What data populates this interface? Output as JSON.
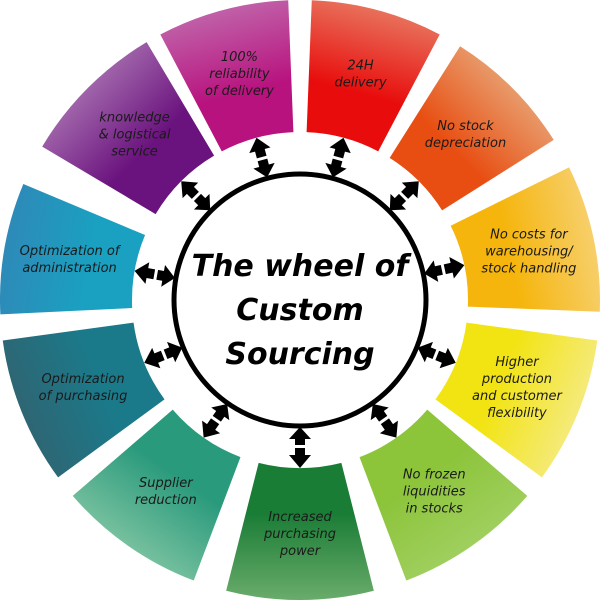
{
  "title_lines": [
    "The wheel of",
    "Custom",
    "Sourcing"
  ],
  "segments": [
    {
      "lines": [
        "24H",
        "delivery"
      ],
      "color_inner": "#e80c0c",
      "color_outer": "#e8705a"
    },
    {
      "lines": [
        "No stock",
        "depreciation"
      ],
      "color_inner": "#e84e12",
      "color_outer": "#e89a6a"
    },
    {
      "lines": [
        "No costs for",
        "warehousing/",
        "stock handling"
      ],
      "color_inner": "#f5b50c",
      "color_outer": "#f7cf6a"
    },
    {
      "lines": [
        "Higher",
        "production",
        "and customer",
        "flexibility"
      ],
      "color_inner": "#f2e412",
      "color_outer": "#f5ea7a"
    },
    {
      "lines": [
        "No frozen",
        "liquidities",
        "in stocks"
      ],
      "color_inner": "#8cc43a",
      "color_outer": "#9fcf5e"
    },
    {
      "lines": [
        "Increased",
        "purchasing",
        "power"
      ],
      "color_inner": "#1a7d36",
      "color_outer": "#6aab6a"
    },
    {
      "lines": [
        "Supplier",
        "reduction"
      ],
      "color_inner": "#2a9a7c",
      "color_outer": "#76c09e"
    },
    {
      "lines": [
        "Optimization",
        "of purchasing"
      ],
      "color_inner": "#1a7a8a",
      "color_outer": "#2e6674"
    },
    {
      "lines": [
        "Optimization of",
        "administration"
      ],
      "color_inner": "#1aa0c0",
      "color_outer": "#2e8ab8"
    },
    {
      "lines": [
        "knowledge",
        "& logistical",
        "service"
      ],
      "color_inner": "#6a127e",
      "color_outer": "#a064aa"
    },
    {
      "lines": [
        "100%",
        "reliability",
        "of delivery"
      ],
      "color_inner": "#b8127e",
      "color_outer": "#c060a8"
    }
  ],
  "segments_extra": [],
  "arrow_color": "#000000",
  "circle_color": "#000000"
}
